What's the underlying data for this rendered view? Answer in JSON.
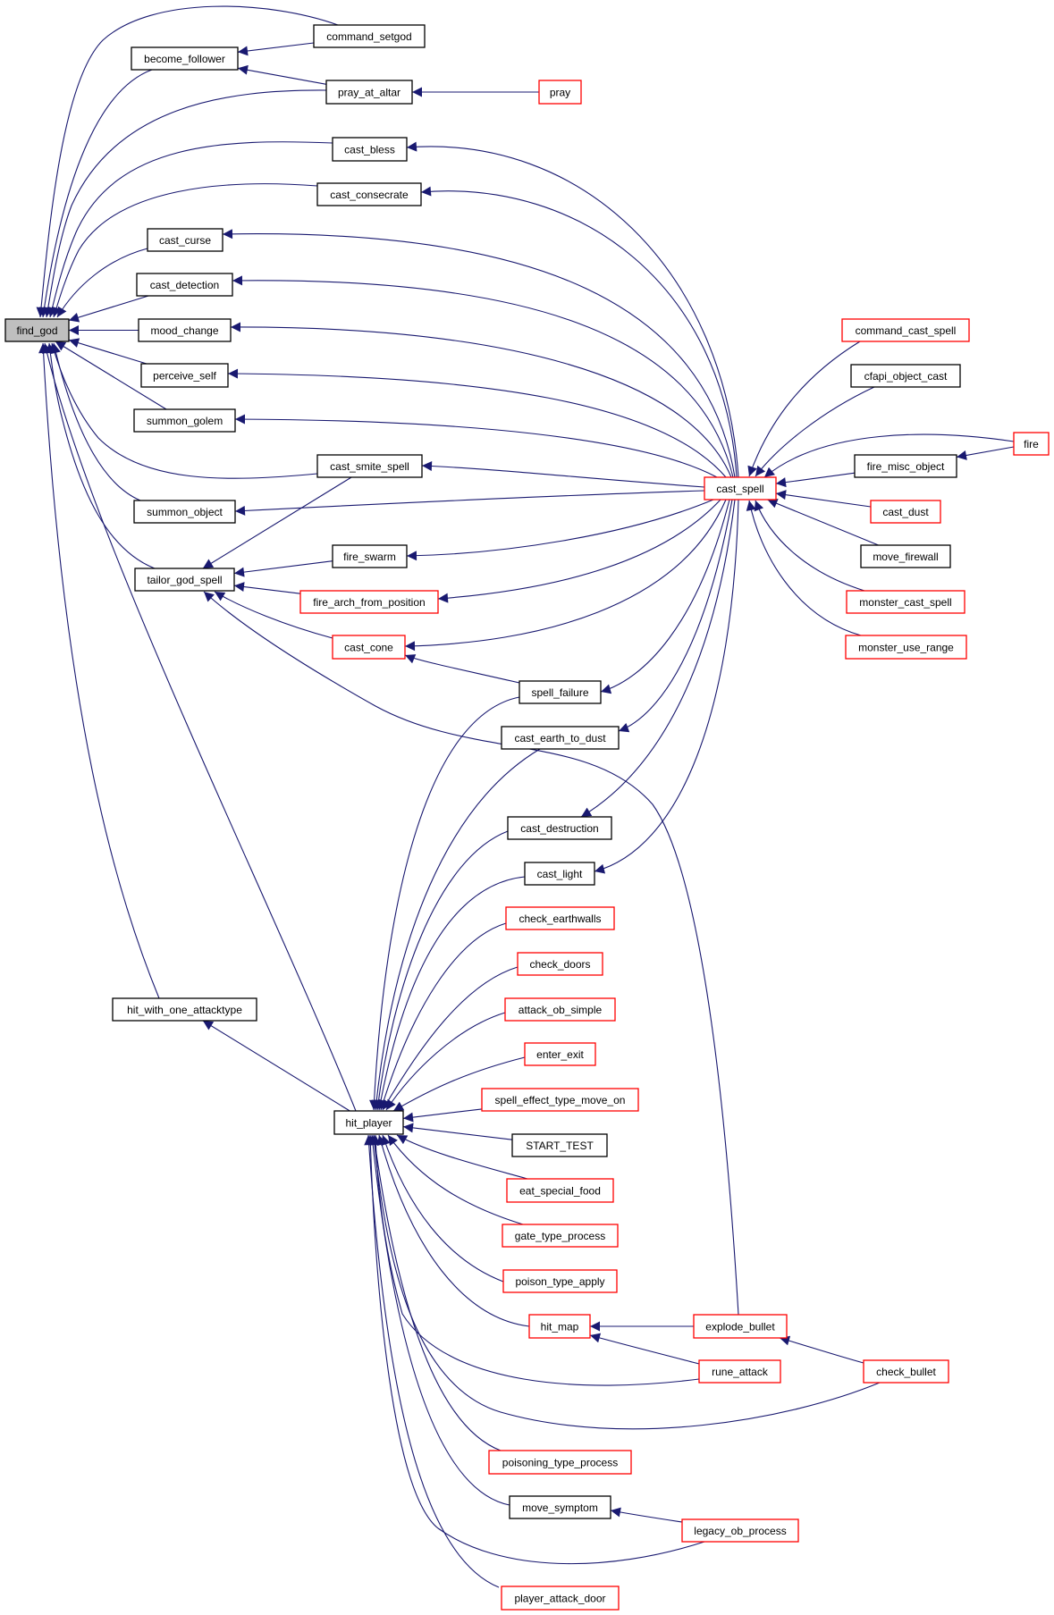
{
  "diagram": {
    "type": "call-graph",
    "focus_node": "find_god",
    "colors": {
      "edge": "#191970",
      "focus_fill": "#bfbfbf",
      "node_fill": "#ffffff",
      "border_normal": "#000000",
      "border_truncated": "#ff0000",
      "background": "#ffffff"
    },
    "nodes": [
      {
        "id": "find_god",
        "label": "find_god",
        "style": "focus"
      },
      {
        "id": "become_follower",
        "label": "become_follower",
        "style": "normal"
      },
      {
        "id": "command_setgod",
        "label": "command_setgod",
        "style": "normal"
      },
      {
        "id": "pray_at_altar",
        "label": "pray_at_altar",
        "style": "normal"
      },
      {
        "id": "pray",
        "label": "pray",
        "style": "truncated"
      },
      {
        "id": "cast_bless",
        "label": "cast_bless",
        "style": "normal"
      },
      {
        "id": "cast_consecrate",
        "label": "cast_consecrate",
        "style": "normal"
      },
      {
        "id": "cast_curse",
        "label": "cast_curse",
        "style": "normal"
      },
      {
        "id": "cast_detection",
        "label": "cast_detection",
        "style": "normal"
      },
      {
        "id": "mood_change",
        "label": "mood_change",
        "style": "normal"
      },
      {
        "id": "perceive_self",
        "label": "perceive_self",
        "style": "normal"
      },
      {
        "id": "summon_golem",
        "label": "summon_golem",
        "style": "normal"
      },
      {
        "id": "cast_smite_spell",
        "label": "cast_smite_spell",
        "style": "normal"
      },
      {
        "id": "summon_object",
        "label": "summon_object",
        "style": "normal"
      },
      {
        "id": "tailor_god_spell",
        "label": "tailor_god_spell",
        "style": "normal"
      },
      {
        "id": "fire_swarm",
        "label": "fire_swarm",
        "style": "normal"
      },
      {
        "id": "fire_arch_from_position",
        "label": "fire_arch_from_position",
        "style": "truncated"
      },
      {
        "id": "cast_cone",
        "label": "cast_cone",
        "style": "truncated"
      },
      {
        "id": "cast_spell",
        "label": "cast_spell",
        "style": "truncated"
      },
      {
        "id": "command_cast_spell",
        "label": "command_cast_spell",
        "style": "truncated"
      },
      {
        "id": "cfapi_object_cast",
        "label": "cfapi_object_cast",
        "style": "normal"
      },
      {
        "id": "fire",
        "label": "fire",
        "style": "truncated"
      },
      {
        "id": "fire_misc_object",
        "label": "fire_misc_object",
        "style": "normal"
      },
      {
        "id": "cast_dust",
        "label": "cast_dust",
        "style": "truncated"
      },
      {
        "id": "move_firewall",
        "label": "move_firewall",
        "style": "normal"
      },
      {
        "id": "monster_cast_spell",
        "label": "monster_cast_spell",
        "style": "truncated"
      },
      {
        "id": "monster_use_range",
        "label": "monster_use_range",
        "style": "truncated"
      },
      {
        "id": "spell_failure",
        "label": "spell_failure",
        "style": "normal"
      },
      {
        "id": "cast_earth_to_dust",
        "label": "cast_earth_to_dust",
        "style": "normal"
      },
      {
        "id": "cast_destruction",
        "label": "cast_destruction",
        "style": "normal"
      },
      {
        "id": "cast_light",
        "label": "cast_light",
        "style": "normal"
      },
      {
        "id": "check_earthwalls",
        "label": "check_earthwalls",
        "style": "truncated"
      },
      {
        "id": "check_doors",
        "label": "check_doors",
        "style": "truncated"
      },
      {
        "id": "attack_ob_simple",
        "label": "attack_ob_simple",
        "style": "truncated"
      },
      {
        "id": "enter_exit",
        "label": "enter_exit",
        "style": "truncated"
      },
      {
        "id": "spell_effect_type_move_on",
        "label": "spell_effect_type_move_on",
        "style": "truncated"
      },
      {
        "id": "hit_with_one_attacktype",
        "label": "hit_with_one_attacktype",
        "style": "normal"
      },
      {
        "id": "hit_player",
        "label": "hit_player",
        "style": "normal"
      },
      {
        "id": "START_TEST",
        "label": "START_TEST",
        "style": "normal"
      },
      {
        "id": "eat_special_food",
        "label": "eat_special_food",
        "style": "truncated"
      },
      {
        "id": "gate_type_process",
        "label": "gate_type_process",
        "style": "truncated"
      },
      {
        "id": "poison_type_apply",
        "label": "poison_type_apply",
        "style": "truncated"
      },
      {
        "id": "hit_map",
        "label": "hit_map",
        "style": "truncated"
      },
      {
        "id": "explode_bullet",
        "label": "explode_bullet",
        "style": "truncated"
      },
      {
        "id": "rune_attack",
        "label": "rune_attack",
        "style": "truncated"
      },
      {
        "id": "check_bullet",
        "label": "check_bullet",
        "style": "truncated"
      },
      {
        "id": "poisoning_type_process",
        "label": "poisoning_type_process",
        "style": "truncated"
      },
      {
        "id": "move_symptom",
        "label": "move_symptom",
        "style": "normal"
      },
      {
        "id": "legacy_ob_process",
        "label": "legacy_ob_process",
        "style": "truncated"
      },
      {
        "id": "player_attack_door",
        "label": "player_attack_door",
        "style": "truncated"
      }
    ],
    "edges": [
      {
        "from": "command_setgod",
        "to": "become_follower"
      },
      {
        "from": "pray_at_altar",
        "to": "become_follower"
      },
      {
        "from": "pray",
        "to": "pray_at_altar"
      },
      {
        "from": "command_setgod",
        "to": "find_god"
      },
      {
        "from": "become_follower",
        "to": "find_god"
      },
      {
        "from": "pray_at_altar",
        "to": "find_god"
      },
      {
        "from": "cast_bless",
        "to": "find_god"
      },
      {
        "from": "cast_consecrate",
        "to": "find_god"
      },
      {
        "from": "cast_curse",
        "to": "find_god"
      },
      {
        "from": "cast_detection",
        "to": "find_god"
      },
      {
        "from": "mood_change",
        "to": "find_god"
      },
      {
        "from": "perceive_self",
        "to": "find_god"
      },
      {
        "from": "summon_golem",
        "to": "find_god"
      },
      {
        "from": "cast_smite_spell",
        "to": "find_god"
      },
      {
        "from": "summon_object",
        "to": "find_god"
      },
      {
        "from": "tailor_god_spell",
        "to": "find_god"
      },
      {
        "from": "hit_with_one_attacktype",
        "to": "find_god"
      },
      {
        "from": "hit_player",
        "to": "find_god"
      },
      {
        "from": "cast_spell",
        "to": "cast_bless"
      },
      {
        "from": "cast_spell",
        "to": "cast_consecrate"
      },
      {
        "from": "cast_spell",
        "to": "cast_curse"
      },
      {
        "from": "cast_spell",
        "to": "cast_detection"
      },
      {
        "from": "cast_spell",
        "to": "mood_change"
      },
      {
        "from": "cast_spell",
        "to": "perceive_self"
      },
      {
        "from": "cast_spell",
        "to": "summon_golem"
      },
      {
        "from": "cast_spell",
        "to": "cast_smite_spell"
      },
      {
        "from": "cast_spell",
        "to": "summon_object"
      },
      {
        "from": "cast_spell",
        "to": "fire_swarm"
      },
      {
        "from": "cast_spell",
        "to": "fire_arch_from_position"
      },
      {
        "from": "cast_spell",
        "to": "cast_cone"
      },
      {
        "from": "cast_spell",
        "to": "spell_failure"
      },
      {
        "from": "cast_spell",
        "to": "cast_earth_to_dust"
      },
      {
        "from": "cast_spell",
        "to": "cast_destruction"
      },
      {
        "from": "cast_spell",
        "to": "cast_light"
      },
      {
        "from": "cast_smite_spell",
        "to": "tailor_god_spell"
      },
      {
        "from": "fire_swarm",
        "to": "tailor_god_spell"
      },
      {
        "from": "fire_arch_from_position",
        "to": "tailor_god_spell"
      },
      {
        "from": "cast_cone",
        "to": "tailor_god_spell"
      },
      {
        "from": "explode_bullet",
        "to": "tailor_god_spell"
      },
      {
        "from": "spell_failure",
        "to": "cast_cone"
      },
      {
        "from": "command_cast_spell",
        "to": "cast_spell"
      },
      {
        "from": "cfapi_object_cast",
        "to": "cast_spell"
      },
      {
        "from": "fire",
        "to": "cast_spell"
      },
      {
        "from": "fire_misc_object",
        "to": "cast_spell"
      },
      {
        "from": "cast_dust",
        "to": "cast_spell"
      },
      {
        "from": "move_firewall",
        "to": "cast_spell"
      },
      {
        "from": "monster_cast_spell",
        "to": "cast_spell"
      },
      {
        "from": "monster_use_range",
        "to": "cast_spell"
      },
      {
        "from": "fire",
        "to": "fire_misc_object"
      },
      {
        "from": "hit_player",
        "to": "hit_with_one_attacktype"
      },
      {
        "from": "spell_failure",
        "to": "hit_player"
      },
      {
        "from": "cast_earth_to_dust",
        "to": "hit_player"
      },
      {
        "from": "cast_destruction",
        "to": "hit_player"
      },
      {
        "from": "cast_light",
        "to": "hit_player"
      },
      {
        "from": "check_earthwalls",
        "to": "hit_player"
      },
      {
        "from": "check_doors",
        "to": "hit_player"
      },
      {
        "from": "attack_ob_simple",
        "to": "hit_player"
      },
      {
        "from": "enter_exit",
        "to": "hit_player"
      },
      {
        "from": "spell_effect_type_move_on",
        "to": "hit_player"
      },
      {
        "from": "START_TEST",
        "to": "hit_player"
      },
      {
        "from": "eat_special_food",
        "to": "hit_player"
      },
      {
        "from": "gate_type_process",
        "to": "hit_player"
      },
      {
        "from": "poison_type_apply",
        "to": "hit_player"
      },
      {
        "from": "hit_map",
        "to": "hit_player"
      },
      {
        "from": "rune_attack",
        "to": "hit_player"
      },
      {
        "from": "check_bullet",
        "to": "hit_player"
      },
      {
        "from": "poisoning_type_process",
        "to": "hit_player"
      },
      {
        "from": "move_symptom",
        "to": "hit_player"
      },
      {
        "from": "legacy_ob_process",
        "to": "hit_player"
      },
      {
        "from": "player_attack_door",
        "to": "hit_player"
      },
      {
        "from": "explode_bullet",
        "to": "hit_map"
      },
      {
        "from": "rune_attack",
        "to": "hit_map"
      },
      {
        "from": "check_bullet",
        "to": "explode_bullet"
      },
      {
        "from": "legacy_ob_process",
        "to": "move_symptom"
      }
    ]
  }
}
